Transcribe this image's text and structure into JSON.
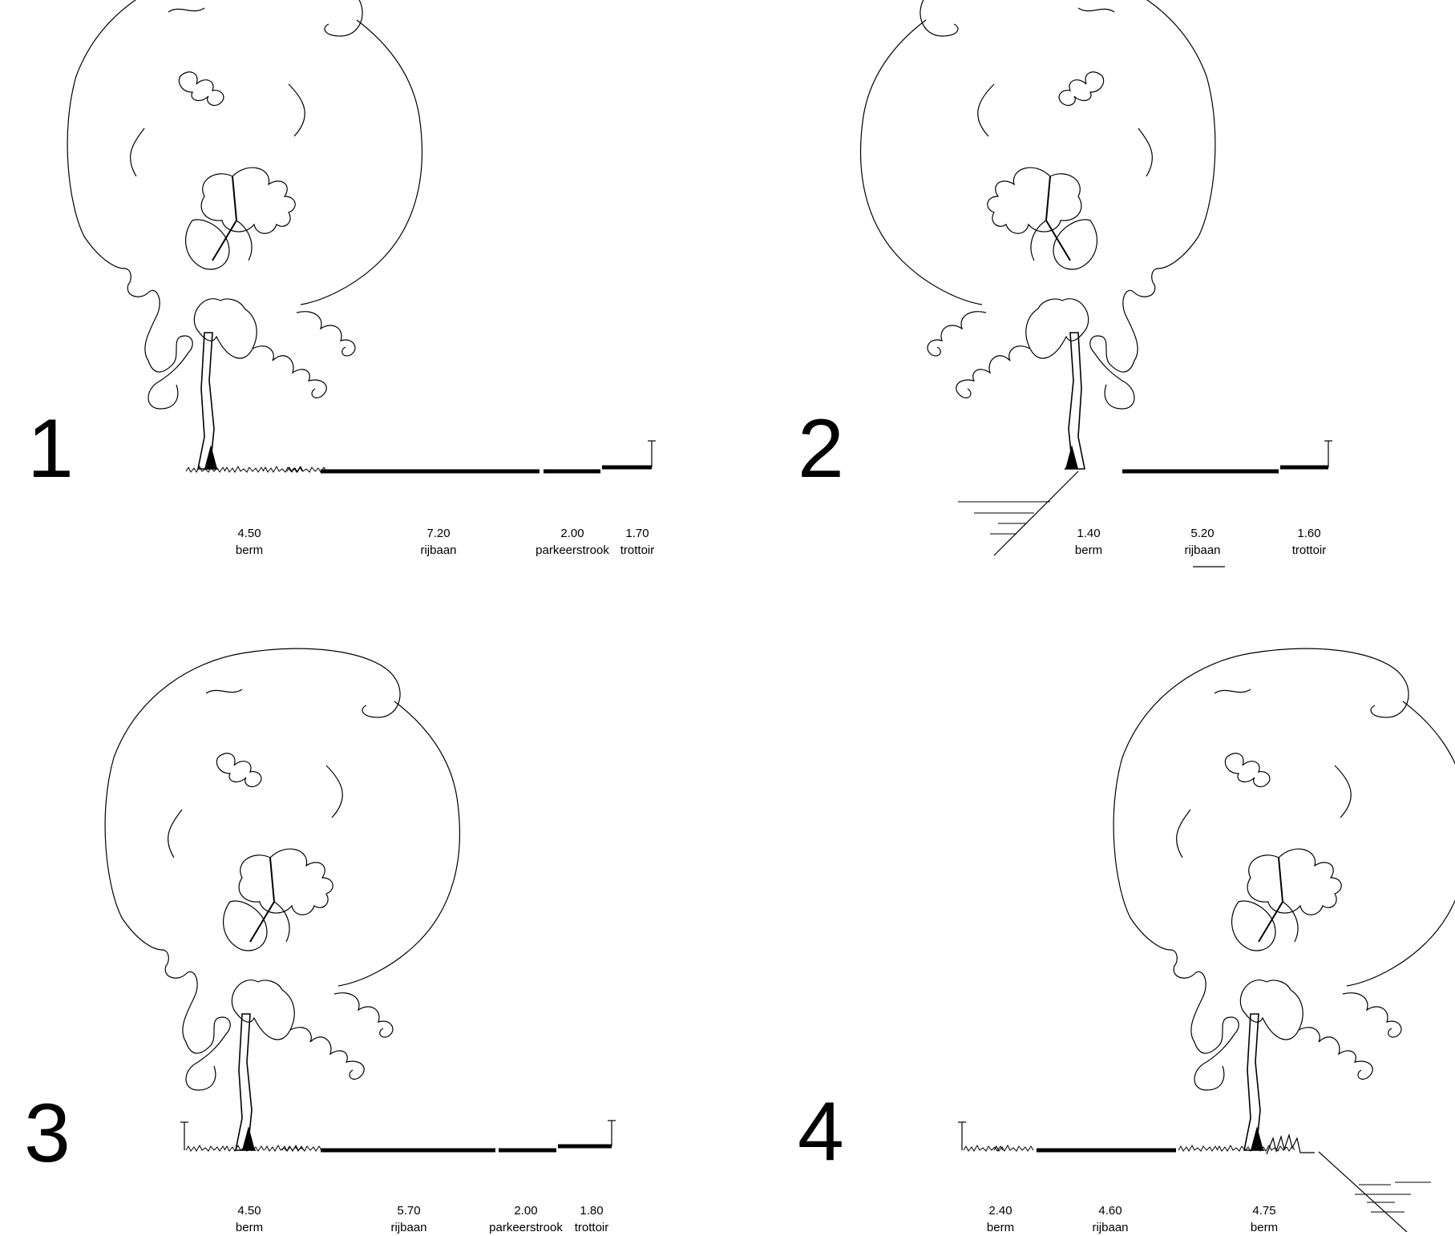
{
  "panels": [
    {
      "number": "1",
      "segments": [
        {
          "value": "4.50",
          "label": "berm"
        },
        {
          "value": "7.20",
          "label": "rijbaan"
        },
        {
          "value": "2.00",
          "label": "parkeerstrook"
        },
        {
          "value": "1.70",
          "label": "trottoir"
        }
      ]
    },
    {
      "number": "2",
      "segments": [
        {
          "value": "1.40",
          "label": "berm"
        },
        {
          "value": "5.20",
          "label": "rijbaan"
        },
        {
          "value": "1.60",
          "label": "trottoir"
        }
      ]
    },
    {
      "number": "3",
      "segments": [
        {
          "value": "4.50",
          "label": "berm"
        },
        {
          "value": "5.70",
          "label": "rijbaan"
        },
        {
          "value": "2.00",
          "label": "parkeerstrook"
        },
        {
          "value": "1.80",
          "label": "trottoir"
        }
      ]
    },
    {
      "number": "4",
      "segments": [
        {
          "value": "2.40",
          "label": "berm"
        },
        {
          "value": "4.60",
          "label": "rijbaan"
        },
        {
          "value": "4.75",
          "label": "berm"
        }
      ]
    }
  ]
}
